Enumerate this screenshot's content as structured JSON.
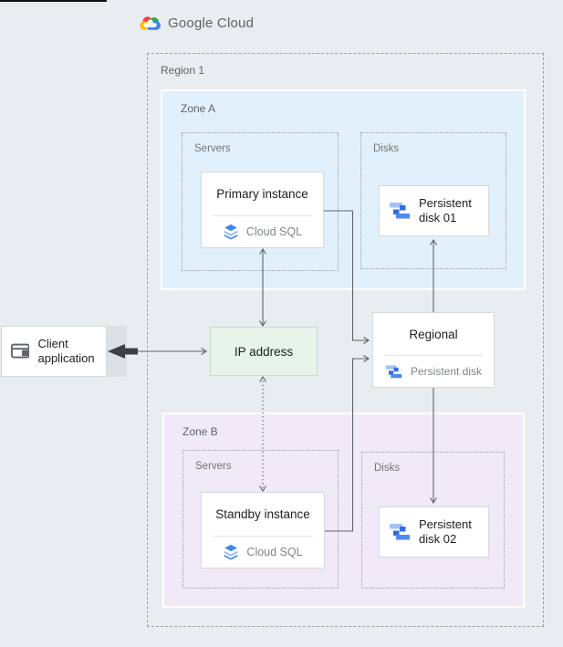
{
  "brand": {
    "name": "Google Cloud"
  },
  "colors": {
    "background": "#e9edf0",
    "zone_a_fill": "#e1f0fb",
    "zone_b_fill": "#efe9f8",
    "ip_fill": "#e6f4ea",
    "arrow_gray": "#5f6368",
    "brand_blue": "#4285f4",
    "disk_icon_light": "#a5c2f9",
    "disk_icon_dark": "#2f6de4"
  },
  "diagram": {
    "region_label": "Region 1",
    "client": {
      "label": "Client application",
      "icon": "application-window-icon"
    },
    "ip": {
      "label": "IP address"
    },
    "regional_disk": {
      "title": "Regional",
      "subtitle": "Persistent disk",
      "icon": "persistent-disk-icon"
    },
    "zone_a": {
      "label": "Zone A",
      "servers_label": "Servers",
      "disks_label": "Disks",
      "instance": {
        "title": "Primary instance",
        "product": "Cloud SQL",
        "icon": "cloud-sql-icon"
      },
      "disk": {
        "label": "Persistent disk 01",
        "icon": "persistent-disk-icon"
      }
    },
    "zone_b": {
      "label": "Zone B",
      "servers_label": "Servers",
      "disks_label": "Disks",
      "instance": {
        "title": "Standby instance",
        "product": "Cloud SQL",
        "icon": "cloud-sql-icon"
      },
      "disk": {
        "label": "Persistent disk 02",
        "icon": "persistent-disk-icon"
      }
    }
  }
}
